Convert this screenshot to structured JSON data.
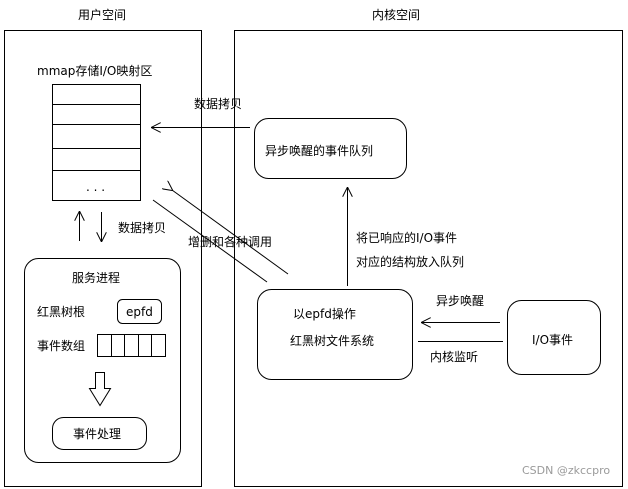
{
  "user_space": {
    "title": "用户空间",
    "mmap_label": "mmap存储I/O映射区",
    "mmap_ellipsis": ". . .",
    "copy_label": "数据拷贝",
    "service_process": {
      "title": "服务进程",
      "rbtree_root_label": "红黑树根",
      "epfd_label": "epfd",
      "event_array_label": "事件数组",
      "event_handle_label": "事件处理"
    }
  },
  "kernel_space": {
    "title": "内核空间",
    "queue_label": "异步唤醒的事件队列",
    "copy_to_user_label": "数据拷贝",
    "enqueue_label_line1": "将已响应的I/O事件",
    "enqueue_label_line2": "对应的结构放入队列",
    "epfd_op_line1": "以epfd操作",
    "epfd_op_line2": "红黑树文件系统",
    "io_event_label": "I/O事件",
    "async_wake_label": "异步唤醒",
    "kernel_listen_label": "内核监听"
  },
  "ctl_call_label": "增删和各种调用",
  "watermark": "CSDN @zkccpro"
}
